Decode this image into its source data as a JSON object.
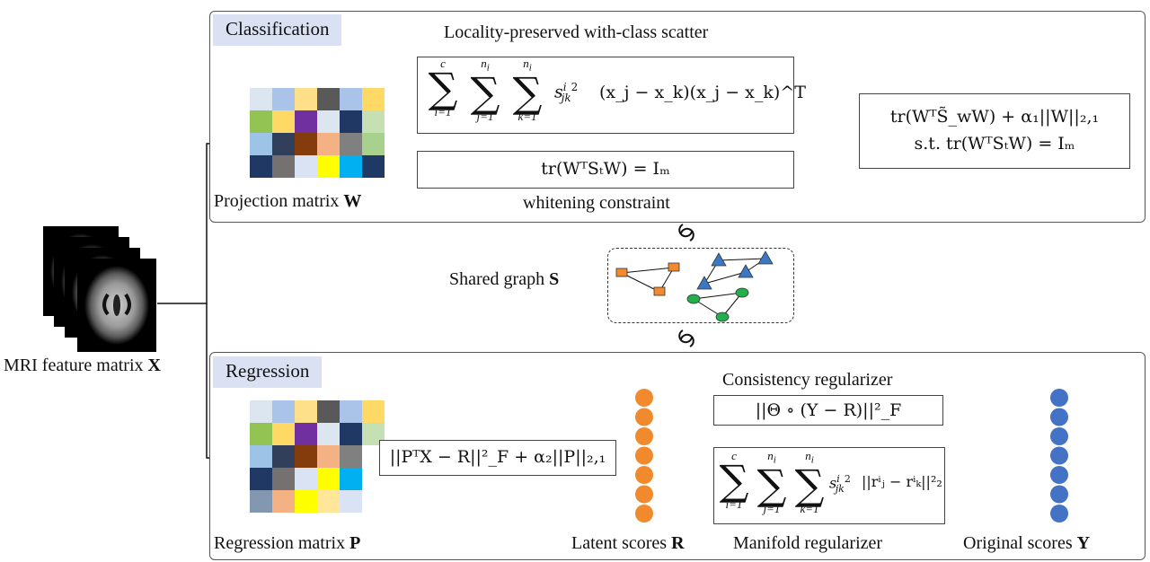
{
  "panels": {
    "classification": {
      "tag": "Classification",
      "scatter_title": "Locality-preserved with-class scatter",
      "scatter_formula": {
        "sum1_top": "c",
        "sum1_bot": "i=1",
        "sum2_top": "n",
        "sum2_top_sub": "i",
        "sum2_bot": "j=1",
        "sum3_top": "n",
        "sum3_top_sub": "i",
        "sum3_bot": "k=1",
        "body": "(x_j − x_k)(x_j − x_k)^T"
      },
      "whitening_formula": "tr(WᵀSₜW) = Iₘ",
      "whitening_label": "whitening constraint",
      "objective_line1": "tr(WᵀS̃_wW) + α₁||W||₂,₁",
      "objective_line2": "s.t. tr(WᵀSₜW) = Iₘ",
      "matrix_label_text": "Projection matrix ",
      "matrix_label_symbol": "W"
    },
    "shared": {
      "label_text": "Shared graph ",
      "label_symbol": "S"
    },
    "regression": {
      "tag": "Regression",
      "objective": "||PᵀX − R||²_F + α₂||P||₂,₁",
      "consistency_label": "Consistency regularizer",
      "consistency_formula": "||Θ ∘ (Y − R)||²_F",
      "manifold_label": "Manifold regularizer",
      "manifold_body": "||rⁱⱼ − rⁱₖ||²₂",
      "matrix_label_text": "Regression matrix ",
      "matrix_label_symbol": "P",
      "latent_label_text": "Latent scores ",
      "latent_label_symbol": "R",
      "original_label_text": "Original scores ",
      "original_label_symbol": "Y"
    },
    "input": {
      "label_text": "MRI feature matrix ",
      "label_symbol": "X"
    }
  },
  "colors": {
    "tag_bg": "#d9e1f2",
    "latent_dot": "#f08a2c",
    "original_dot": "#4472c4",
    "square_node": "#f08a2c",
    "triangle_node": "#3b78c4",
    "circle_node": "#22b04b"
  },
  "matrix_W_colors": [
    "#dce6f0",
    "#a9c4e8",
    "#ffe08a",
    "#595959",
    "#a9c4e8",
    "#ffd966",
    "#92c353",
    "#ffd966",
    "#7030a0",
    "#dce6f0",
    "#1f3864",
    "#c5e0b3",
    "#9dc3e6",
    "#323f5a",
    "#843c0c",
    "#f4b183",
    "#808080",
    "#a9d18e",
    "#1f3864",
    "#767171",
    "#dae3f3",
    "#ffff00",
    "#00b0f0",
    "#1f3864"
  ],
  "matrix_P_colors": [
    "#dce6f0",
    "#a9c4e8",
    "#ffe08a",
    "#595959",
    "#a9c4e8",
    "#ffd966",
    "#92c353",
    "#ffd966",
    "#7030a0",
    "#dce6f0",
    "#1f3864",
    "#c5e0b3",
    "#9dc3e6",
    "#323f5a",
    "#843c0c",
    "#f4b183",
    "#808080",
    "#ffffff",
    "#1f3864",
    "#767171",
    "#dae3f3",
    "#ffff00",
    "#00b0f0",
    "#ffffff",
    "#8497b0",
    "#f4b183",
    "#ffff00",
    "#ffe699",
    "#dae3f3",
    "#ffffff"
  ]
}
